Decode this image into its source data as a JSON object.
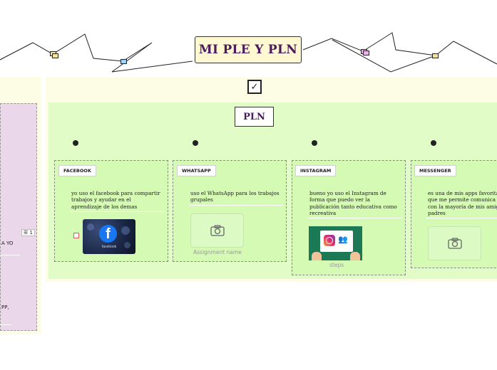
{
  "title": "MI PLE Y PLN",
  "main": {
    "checkbox": "✓",
    "pln_label": "PLN",
    "cards": [
      {
        "label": "FACEBOOK",
        "text": [
          "yo uso el facebook para compartir",
          "trabajos y ayudar en el",
          "aprendizaje de los demas"
        ],
        "image": "facebook-logo",
        "image_caption": "facebook"
      },
      {
        "label": "WHATSAPP",
        "text": [
          "uso el WhatsApp para los trabajos",
          "grupales"
        ],
        "image": "camera-placeholder",
        "caption": "Assignment name"
      },
      {
        "label": "INSTAGRAM",
        "text": [
          "bueno yo uso el Instagram de",
          "forma que puedo ver la",
          "publicación tanto educativa como",
          "recreativa"
        ],
        "image": "instagram-sign",
        "caption": "steps"
      },
      {
        "label": "MESSENGER",
        "text": [
          "es una de mis apps favorita",
          "que me permite comunica",
          "con la mayoría de mis amig",
          "padres"
        ],
        "image": "camera-placeholder"
      }
    ]
  },
  "left_fragments": {
    "count_badge": "1",
    "frag1": "A YO",
    "frag2": "PP,"
  },
  "colors": {
    "title_bg": "#fff8d0",
    "title_text": "#4a1a5c",
    "panel_bg": "#fdfde6",
    "green": "#e2fcc8",
    "card": "#d4fab4",
    "left_card": "#ead7ea"
  }
}
